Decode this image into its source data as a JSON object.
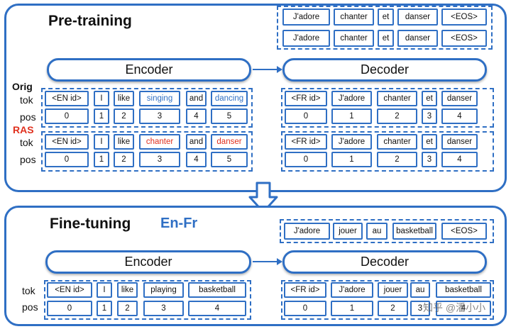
{
  "pretraining": {
    "title": "Pre-training",
    "output_row1": [
      "J'adore",
      "chanter",
      "et",
      "danser",
      "<EOS>"
    ],
    "output_row2": [
      "J'adore",
      "chanter",
      "et",
      "danser",
      "<EOS>"
    ],
    "encoder": "Encoder",
    "decoder": "Decoder",
    "orig_label": "Orig",
    "ras_label": "RAS",
    "tok_label": "tok",
    "pos_label": "pos",
    "orig_enc_tok": [
      "<EN id>",
      "I",
      "like",
      "singing",
      "and",
      "dancing"
    ],
    "orig_enc_pos": [
      "0",
      "1",
      "2",
      "3",
      "4",
      "5"
    ],
    "orig_dec_tok": [
      "<FR id>",
      "J'adore",
      "chanter",
      "et",
      "danser"
    ],
    "orig_dec_pos": [
      "0",
      "1",
      "2",
      "3",
      "4"
    ],
    "ras_enc_tok": [
      "<EN id>",
      "I",
      "like",
      "chanter",
      "and",
      "danser"
    ],
    "ras_enc_pos": [
      "0",
      "1",
      "2",
      "3",
      "4",
      "5"
    ],
    "ras_dec_tok": [
      "<FR id>",
      "J'adore",
      "chanter",
      "et",
      "danser"
    ],
    "ras_dec_pos": [
      "0",
      "1",
      "2",
      "3",
      "4"
    ]
  },
  "finetuning": {
    "title": "Fine-tuning",
    "subtitle": "En-Fr",
    "output_row": [
      "J'adore",
      "jouer",
      "au",
      "basketball",
      "<EOS>"
    ],
    "encoder": "Encoder",
    "decoder": "Decoder",
    "tok_label": "tok",
    "pos_label": "pos",
    "enc_tok": [
      "<EN id>",
      "I",
      "like",
      "playing",
      "basketball"
    ],
    "enc_pos": [
      "0",
      "1",
      "2",
      "3",
      "4"
    ],
    "dec_tok": [
      "<FR id>",
      "J'adore",
      "jouer",
      "au",
      "basketball"
    ],
    "dec_pos": [
      "0",
      "1",
      "2",
      "3",
      "4"
    ]
  },
  "watermark": "知乎 @潘小小",
  "colors": {
    "accent": "#2f6fc4",
    "highlight": "#e0301e"
  }
}
